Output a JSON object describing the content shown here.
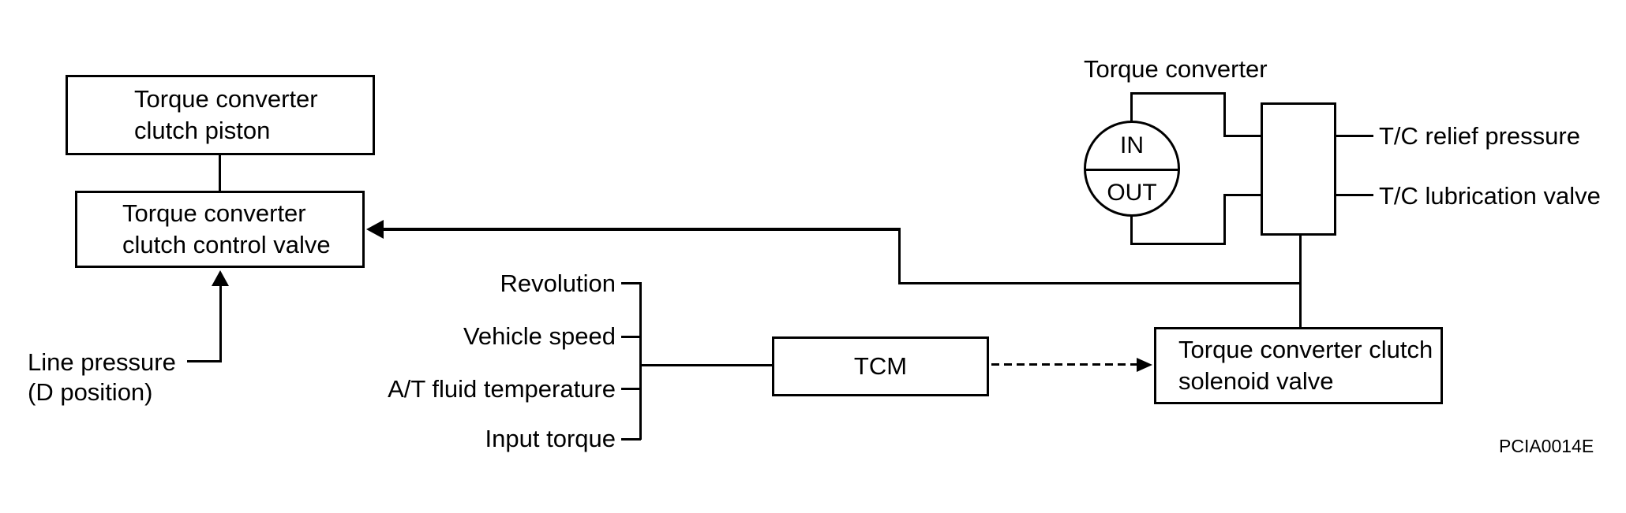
{
  "diagram": {
    "title_code": "PCIA0014E",
    "colors": {
      "stroke": "#000000",
      "background": "#ffffff"
    },
    "boxes": {
      "piston": {
        "line1": "Torque converter",
        "line2": "clutch piston"
      },
      "control_valve": {
        "line1": "Torque converter",
        "line2": "clutch control valve"
      },
      "tcm": {
        "label": "TCM"
      },
      "solenoid": {
        "line1": "Torque converter clutch",
        "line2": "solenoid valve"
      }
    },
    "torque_converter": {
      "title": "Torque converter",
      "in_label": "IN",
      "out_label": "OUT",
      "relief_label": "T/C relief pressure",
      "lubrication_label": "T/C lubrication valve"
    },
    "inputs": [
      "Revolution",
      "Vehicle speed",
      "A/T fluid temperature",
      "Input torque"
    ],
    "line_pressure": {
      "line1": "Line pressure",
      "line2": "(D position)"
    }
  }
}
